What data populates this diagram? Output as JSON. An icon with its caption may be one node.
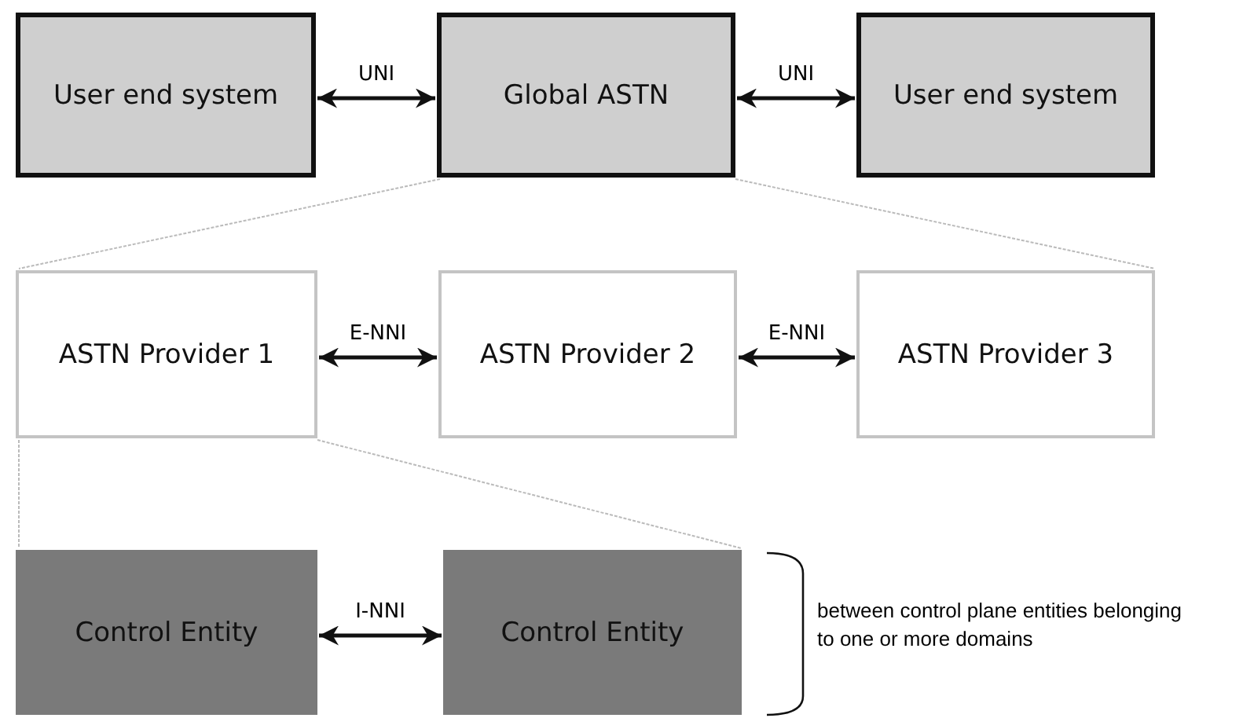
{
  "diagram": {
    "nodes": [
      {
        "text": [
          "User end system"
        ]
      },
      {
        "text": [
          "Global ASTN"
        ]
      },
      {
        "text": [
          "User end system"
        ]
      },
      {
        "text": [
          "ASTN Provider 1"
        ]
      },
      {
        "text": [
          "ASTN Provider 2"
        ]
      },
      {
        "text": [
          "ASTN Provider 3"
        ]
      },
      {
        "text": [
          "Control Entity"
        ]
      },
      {
        "text": [
          "Control Entity"
        ]
      }
    ],
    "edges": [
      {
        "from": 0,
        "to": 1,
        "arrow": "both",
        "label": "UNI"
      },
      {
        "from": 1,
        "to": 2,
        "arrow": "both",
        "label": "UNI"
      },
      {
        "from": 3,
        "to": 4,
        "arrow": "both",
        "label": "E-NNI"
      },
      {
        "from": 4,
        "to": 5,
        "arrow": "both",
        "label": "E-NNI"
      },
      {
        "from": 6,
        "to": 7,
        "arrow": "both",
        "label": "I-NNI"
      },
      {
        "from": 1,
        "to": 3,
        "arrow": "none",
        "style": "dashed",
        "color": "#bbbbbb"
      },
      {
        "from": 1,
        "to": 5,
        "arrow": "none",
        "style": "dashed",
        "color": "#bbbbbb"
      },
      {
        "from": 3,
        "to": 6,
        "arrow": "none",
        "style": "dashed",
        "color": "#bbbbbb"
      },
      {
        "from": 3,
        "to": 7,
        "arrow": "none",
        "style": "dashed",
        "color": "#bbbbbb"
      }
    ],
    "labels": [
      "between control plane entities belonging to one or more domains"
    ]
  }
}
